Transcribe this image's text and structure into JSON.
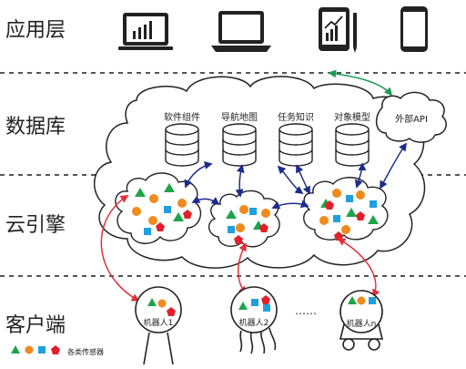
{
  "layers": [
    "应用层",
    "数据库",
    "云引擎",
    "客户端"
  ],
  "application_devices": [
    "monitor-chart-icon",
    "laptop-icon",
    "tablet-chart-icon",
    "smartphone-icon"
  ],
  "databases": [
    "软件组件",
    "导航地图",
    "任务知识",
    "对象模型"
  ],
  "external_api": "外部API",
  "robots": [
    "机器人1",
    "机器人2",
    "机器人n"
  ],
  "ellipsis": "……",
  "legend": "各类传感器",
  "colors": {
    "triangle": "#1fa34a",
    "circle": "#f08a1c",
    "square": "#1e9fe0",
    "pentagon": "#e0202a",
    "red_arrow": "#e0303a",
    "green_arrow": "#1f9a55",
    "blue_arrow": "#1c2c8c",
    "dashed_line": "#555555",
    "outline": "#222222"
  }
}
